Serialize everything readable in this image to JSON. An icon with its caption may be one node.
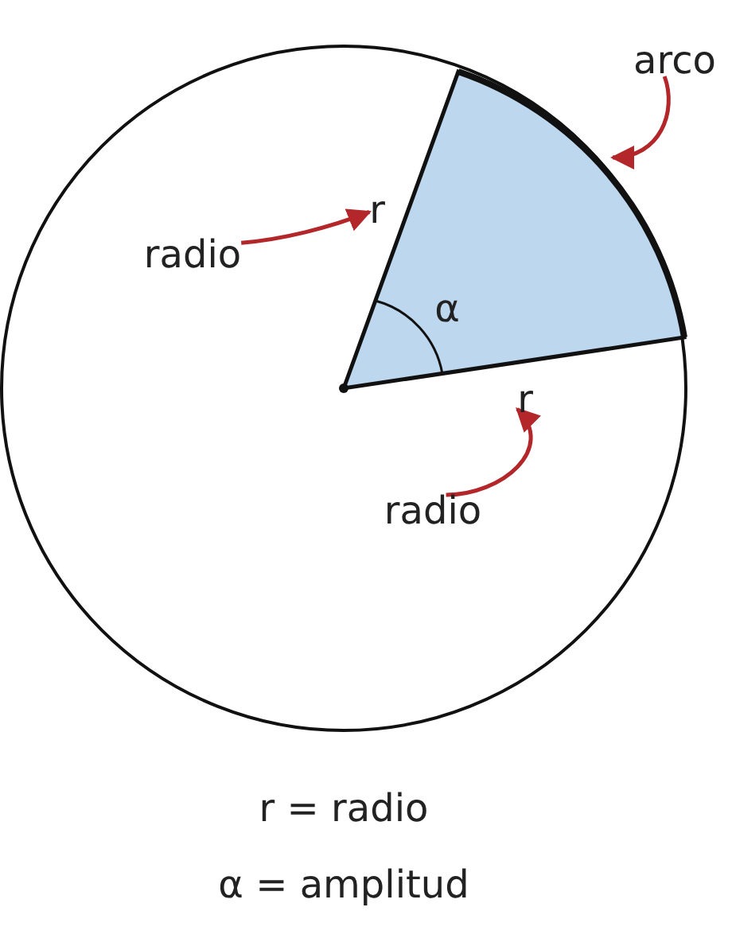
{
  "diagram": {
    "nodes": [
      {
        "text": [
          "radio"
        ]
      },
      {
        "text": [
          "r"
        ]
      },
      {
        "text": [
          "radio"
        ]
      },
      {
        "text": [
          "r"
        ]
      },
      {
        "text": [
          "arco"
        ]
      },
      {
        "text": [],
        "shape": "arc"
      }
    ],
    "edges": [
      {
        "from": 0,
        "to": 1,
        "arrow": "to"
      },
      {
        "from": 2,
        "to": 3,
        "arrow": "to"
      },
      {
        "from": 4,
        "to": 5,
        "arrow": "to"
      }
    ],
    "labels": [
      "α",
      "r = radio",
      "α = amplitud"
    ]
  }
}
